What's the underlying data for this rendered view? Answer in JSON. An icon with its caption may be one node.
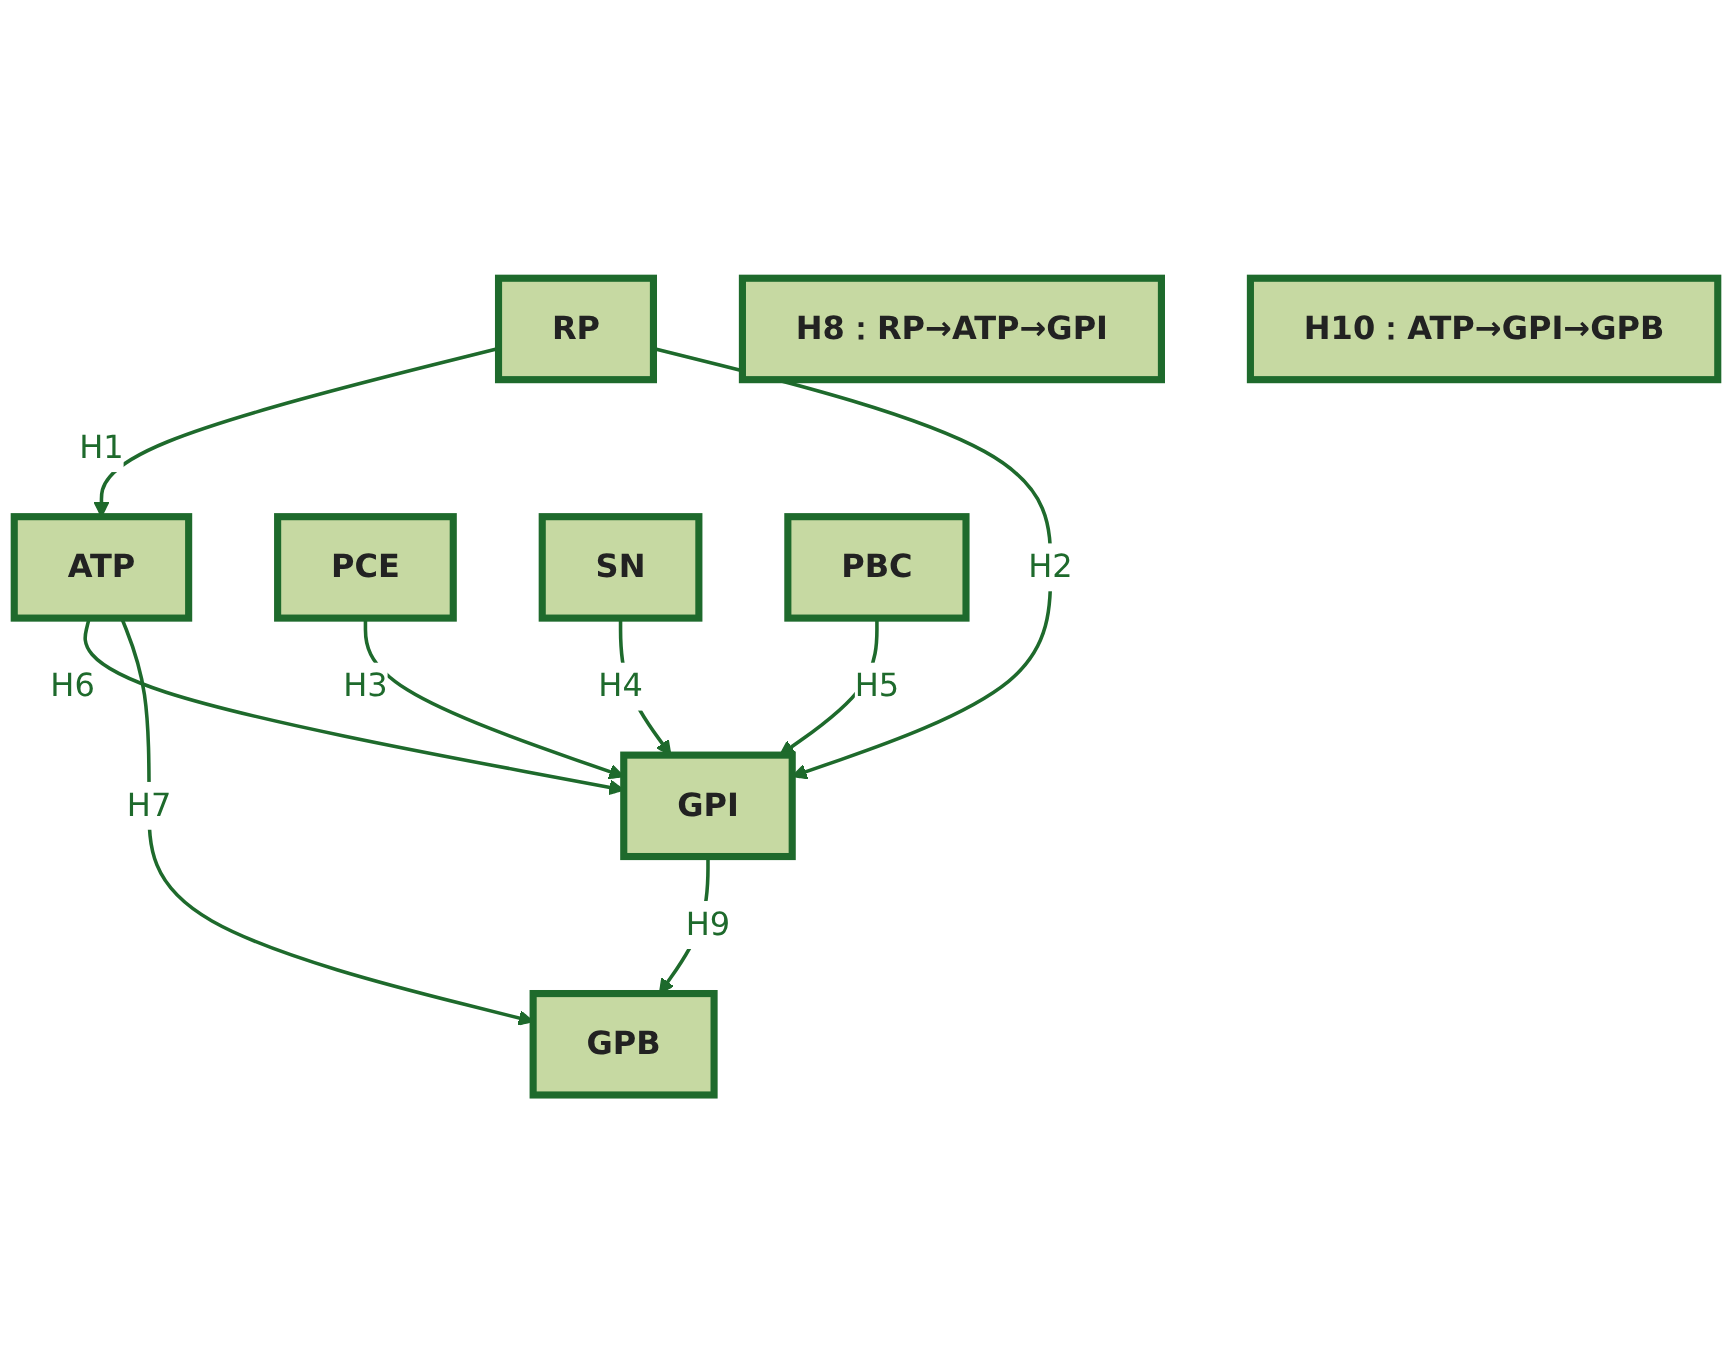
{
  "diagram": {
    "nodes": [
      {
        "text": [
          "RP"
        ]
      },
      {
        "text": [
          "ATP"
        ]
      },
      {
        "text": [
          "GPI"
        ]
      },
      {
        "text": [
          "GPB"
        ]
      },
      {
        "text": [
          "PCE"
        ]
      },
      {
        "text": [
          "SN"
        ]
      },
      {
        "text": [
          "PBC"
        ]
      },
      {
        "text": [
          "H8：RP→ATP→GPI"
        ]
      },
      {
        "text": [
          "H10：ATP→GPI→GPB"
        ]
      }
    ],
    "edges": [
      {
        "from": 0,
        "to": 1,
        "arrow": "to",
        "label": "H1"
      },
      {
        "from": 0,
        "to": 2,
        "arrow": "to",
        "label": "H2"
      },
      {
        "from": 1,
        "to": 2,
        "arrow": "to",
        "label": "H6"
      },
      {
        "from": 4,
        "to": 2,
        "arrow": "to",
        "label": "H3"
      },
      {
        "from": 5,
        "to": 2,
        "arrow": "to",
        "label": "H4"
      },
      {
        "from": 6,
        "to": 2,
        "arrow": "to",
        "label": "H5"
      },
      {
        "from": 2,
        "to": 3,
        "arrow": "to",
        "label": "H9"
      },
      {
        "from": 1,
        "to": 3,
        "arrow": "to",
        "label": "H7"
      }
    ]
  }
}
